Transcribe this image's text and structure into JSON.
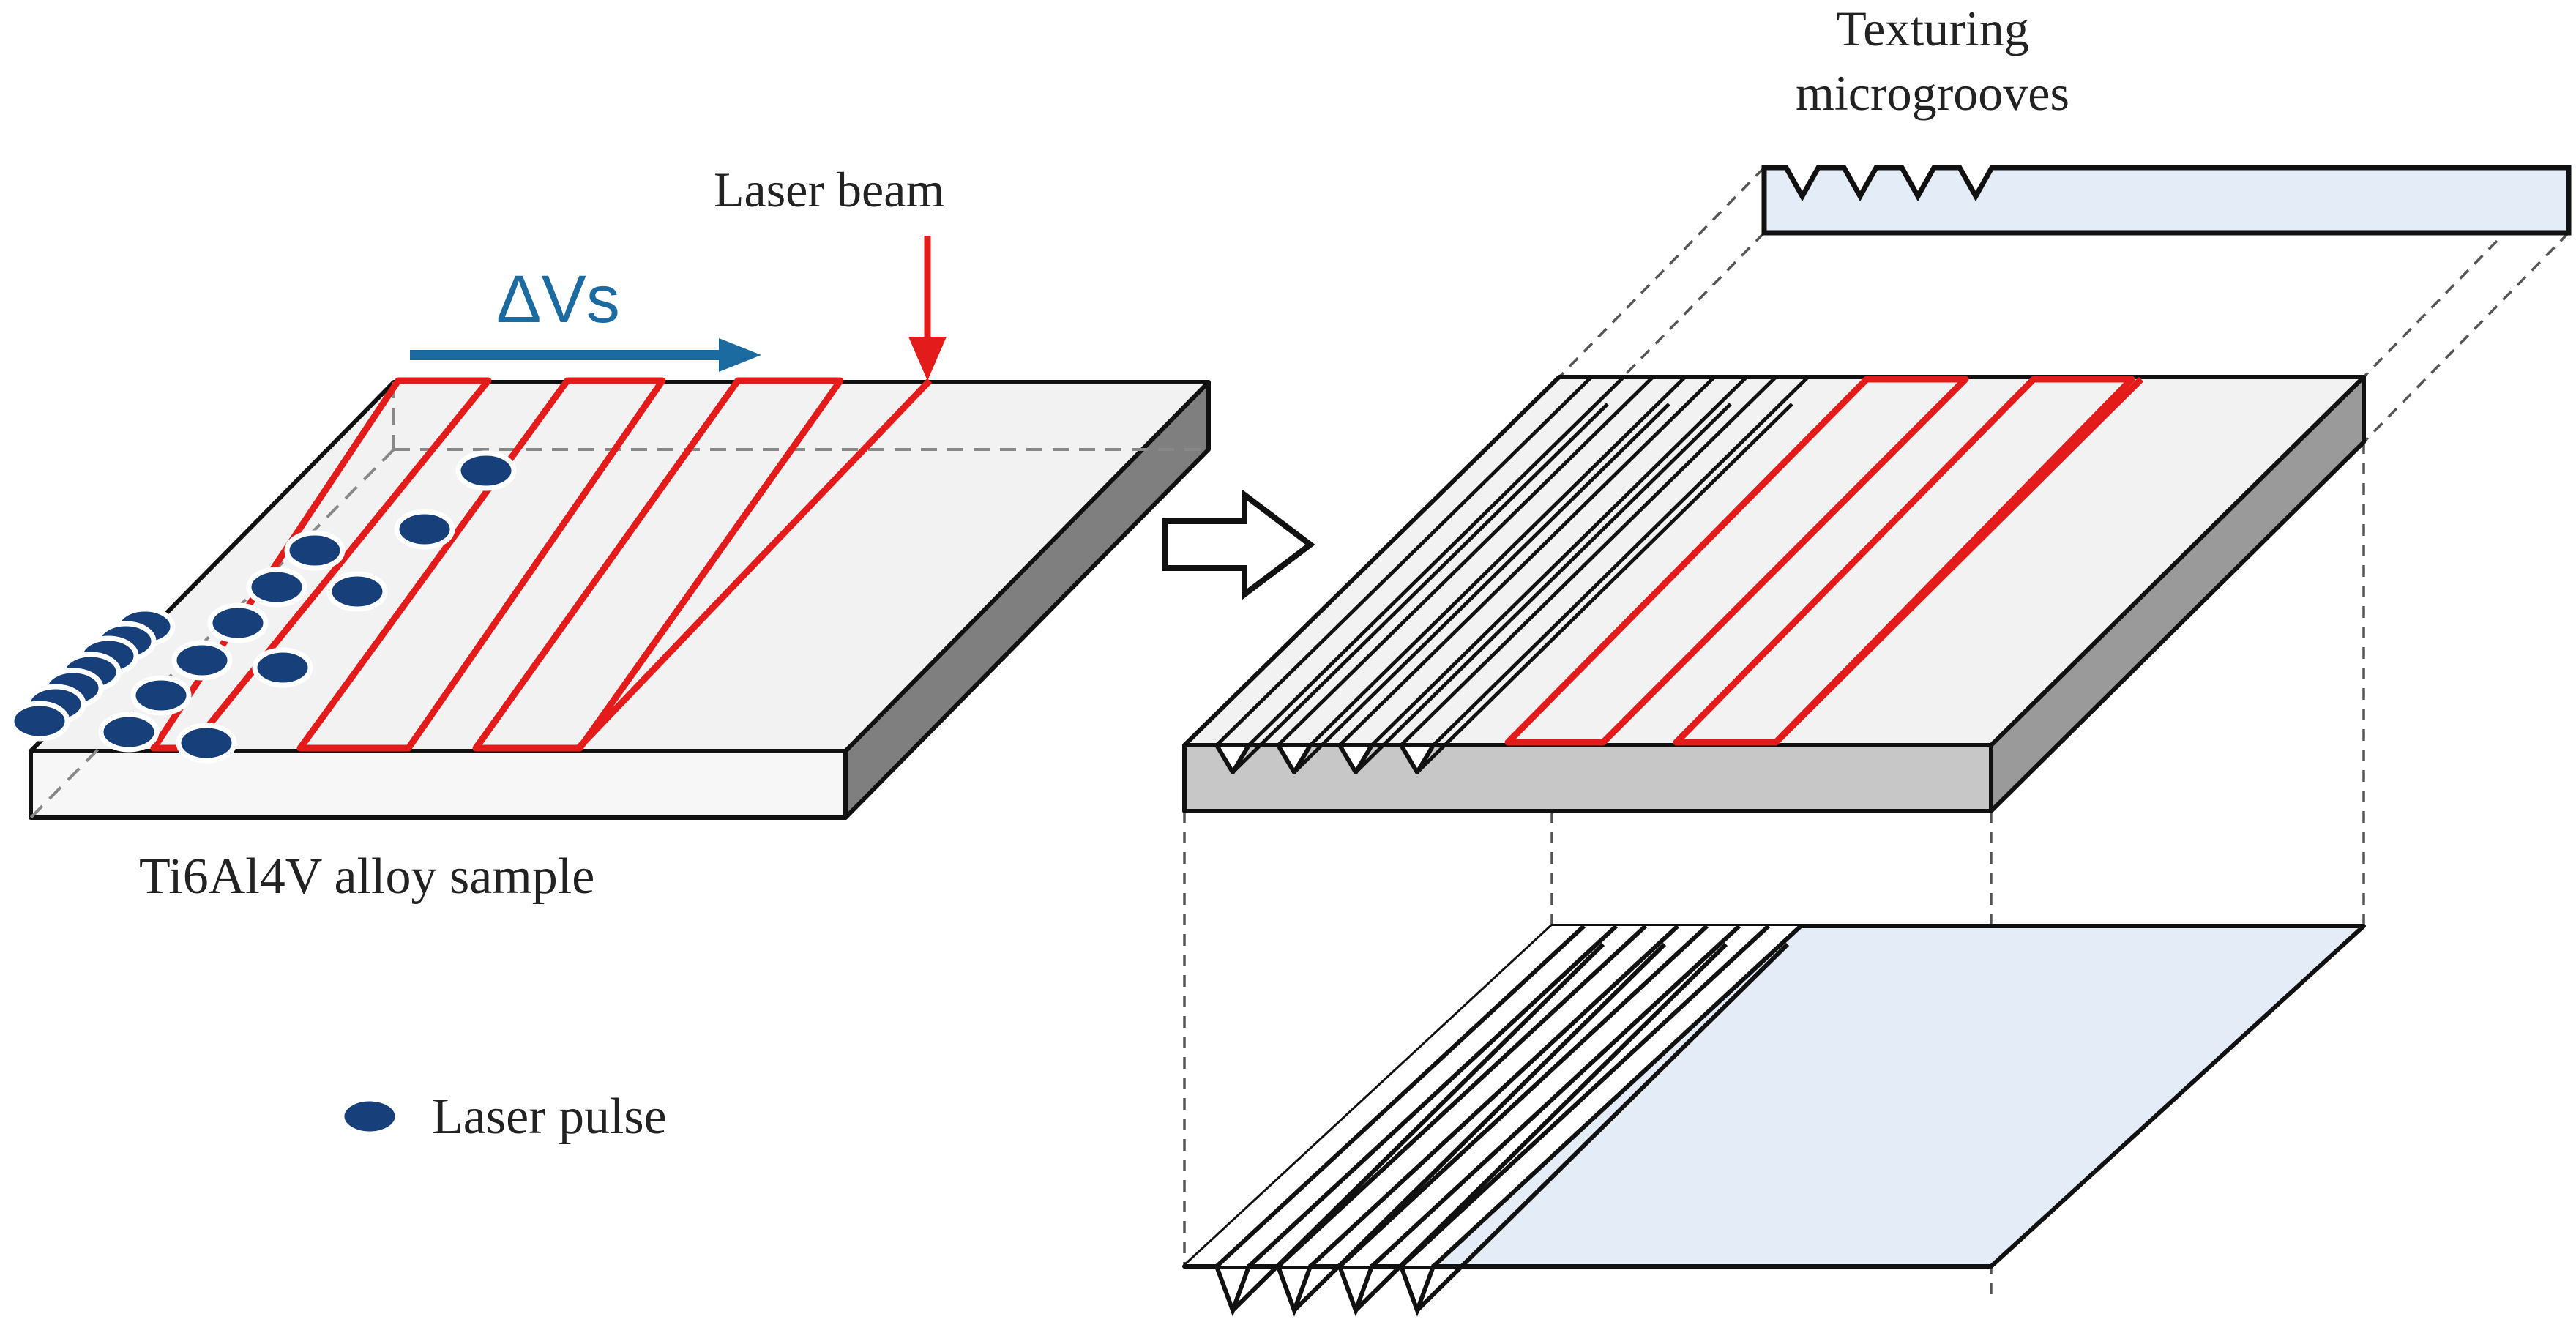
{
  "labels": {
    "laser_beam": "Laser beam",
    "scan_speed": "ΔVs",
    "sample": "Ti6Al4V alloy sample",
    "legend_pulse": "Laser pulse",
    "texturing_line1": "Texturing",
    "texturing_line2": "microgrooves"
  },
  "colors": {
    "laser_track": "#e31b1b",
    "laser_beam_arrow": "#e31b1b",
    "scan_arrow": "#1b6aa0",
    "pulse_fill": "#173f79",
    "pulse_outline": "#ffffff",
    "plate_top": "#f2f2f2",
    "plate_side": "#f7f7f7",
    "plate_side_textured": "#c7c7c7",
    "plate_edge": "#111111",
    "section_fill": "#e4ecf7"
  },
  "icons": {
    "process_arrow": "right-arrow-outline-icon",
    "pulse_marker": "ellipse-pulse-icon"
  }
}
